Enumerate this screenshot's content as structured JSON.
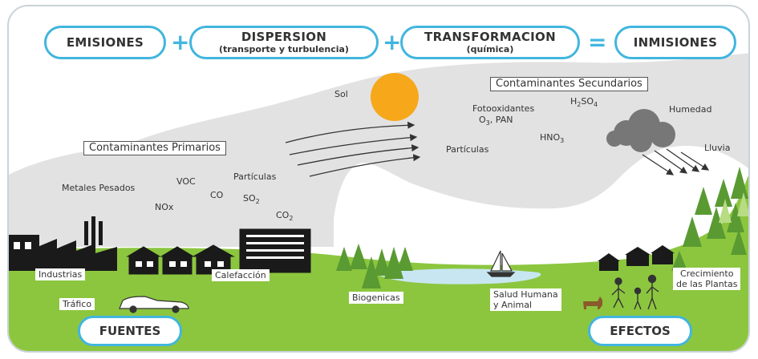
{
  "equation": {
    "emisiones": "EMISIONES",
    "dispersion": "DISPERSION",
    "dispersion_sub": "(transporte y turbulencia)",
    "transformacion": "TRANSFORMACION",
    "transformacion_sub": "(química)",
    "inmisiones": "INMISIONES",
    "plus": "+",
    "equals": "="
  },
  "atmosphere": {
    "sol": "Sol",
    "secundarios_title": "Contaminantes Secundarios",
    "h2so4_prefix": "H",
    "h2so4_sub": "2",
    "h2so4_suffix": "SO",
    "h2so4_sub2": "4",
    "fotooxidantes": "Fotooxidantes",
    "o3_prefix": "O",
    "o3_sub": "3",
    "pan": ", PAN",
    "hno3_prefix": "HNO",
    "hno3_sub": "3",
    "particulas_sec": "Partículas",
    "humedad": "Humedad",
    "lluvia": "Lluvia",
    "primarios_title": "Contaminantes Primarios",
    "metales": "Metales Pesados",
    "voc": "VOC",
    "particulas_prim": "Partículas",
    "co": "CO",
    "nox": "NOx",
    "so2_prefix": "SO",
    "so2_sub": "2",
    "co2_prefix": "CO",
    "co2_sub": "2"
  },
  "ground": {
    "industrias": "Industrias",
    "calefaccion": "Calefacción",
    "trafico": "Tráfico",
    "biogenicas": "Biogenicas",
    "salud_1": "Salud Humana",
    "salud_2": "y Animal",
    "crecimiento_1": "Crecimiento",
    "crecimiento_2": "de las Plantas",
    "fuentes": "FUENTES",
    "efectos": "EFECTOS"
  },
  "colors": {
    "accent": "#41b6de",
    "haze": "#e2e2e2",
    "grass": "#8cc63f",
    "tree": "#5a9a32",
    "sun": "#f6a81a",
    "water": "#c8e6f2",
    "cloud": "#777777"
  }
}
